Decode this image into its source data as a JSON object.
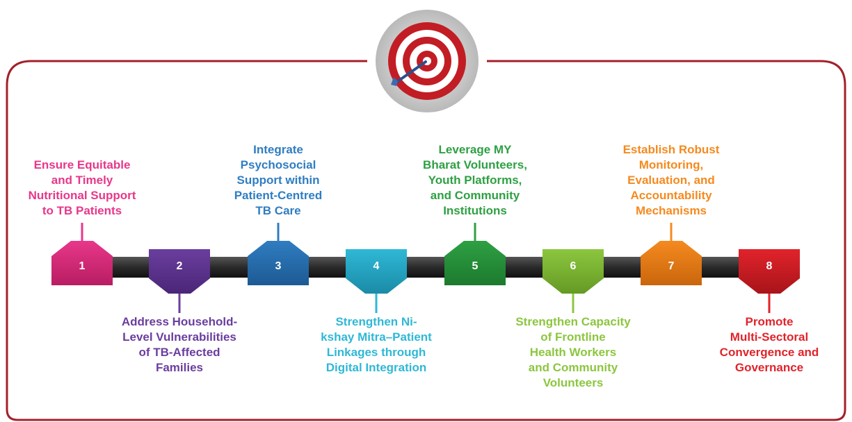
{
  "diagram": {
    "frame_color": "#A3202A",
    "steps": [
      {
        "number": "1",
        "color": "#E8378A",
        "dark": "#B81D62",
        "side": "top",
        "lines": [
          "Ensure Equitable",
          "and Timely",
          "Nutritional Support",
          "to TB Patients"
        ]
      },
      {
        "number": "2",
        "color": "#6A3E9E",
        "dark": "#4A2677",
        "side": "bottom",
        "lines": [
          "Address Household-",
          "Level Vulnerabilities",
          "of TB-Affected",
          "Families"
        ]
      },
      {
        "number": "3",
        "color": "#2F7DC1",
        "dark": "#1D5A93",
        "side": "top",
        "lines": [
          "Integrate",
          "Psychosocial",
          "Support within",
          "Patient-Centred",
          "TB Care"
        ]
      },
      {
        "number": "4",
        "color": "#2FB8D6",
        "dark": "#1A8BA6",
        "side": "bottom",
        "lines": [
          "Strengthen Ni-",
          "kshay Mitra–Patient",
          "Linkages through",
          "Digital Integration"
        ]
      },
      {
        "number": "5",
        "color": "#2EA043",
        "dark": "#1C7A2E",
        "side": "top",
        "lines": [
          "Leverage MY",
          "Bharat Volunteers,",
          "Youth Platforms,",
          "and Community",
          "Institutions"
        ]
      },
      {
        "number": "6",
        "color": "#8CC63F",
        "dark": "#659A24",
        "side": "bottom",
        "lines": [
          "Strengthen Capacity",
          "of Frontline",
          "Health Workers",
          "and Community",
          "Volunteers"
        ]
      },
      {
        "number": "7",
        "color": "#F58A1F",
        "dark": "#C9660C",
        "side": "top",
        "lines": [
          "Establish Robust",
          "Monitoring,",
          "Evaluation, and",
          "Accountability",
          "Mechanisms"
        ]
      },
      {
        "number": "8",
        "color": "#E1232B",
        "dark": "#A8141A",
        "side": "bottom",
        "lines": [
          "Promote",
          "Multi-Sectoral",
          "Convergence and",
          "Governance"
        ]
      }
    ]
  }
}
